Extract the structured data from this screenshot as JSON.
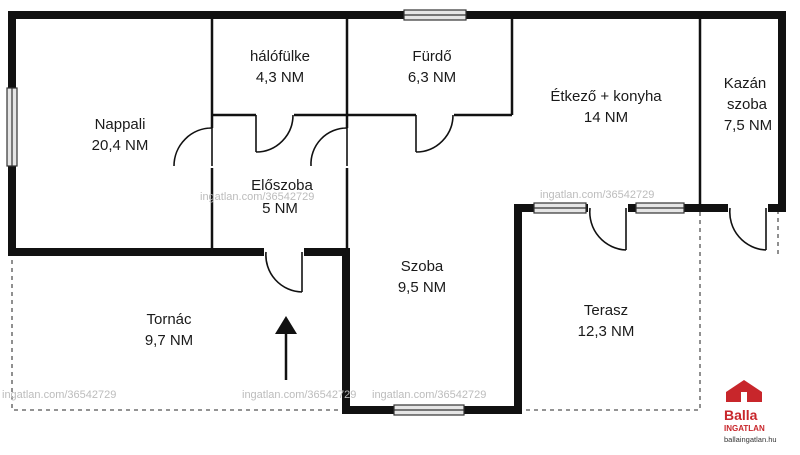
{
  "rooms": {
    "nappali": {
      "name": "Nappali",
      "area": "20,4 NM"
    },
    "halofulke": {
      "name": "hálófülke",
      "area": "4,3 NM"
    },
    "furdo": {
      "name": "Fürdő",
      "area": "6,3 NM"
    },
    "etkezo": {
      "name": "Étkező + konyha",
      "area": "14 NM"
    },
    "kazan": {
      "name1": "Kazán",
      "name2": "szoba",
      "area": "7,5 NM"
    },
    "eloszoba": {
      "name": "Előszoba",
      "area": "5 NM"
    },
    "szoba": {
      "name": "Szoba",
      "area": "9,5 NM"
    },
    "tornac": {
      "name": "Tornác",
      "area": "9,7 NM"
    },
    "terasz": {
      "name": "Terasz",
      "area": "12,3 NM"
    }
  },
  "watermarks": {
    "w1": "ingatlan.com/36542729",
    "w2": "ingatlan.com/36542729",
    "w3": "ingatlan.com/36542729",
    "w4": "ingatlan.com/36542729",
    "w5": "ingatlan.com/36542729"
  },
  "logo": {
    "name": "Balla",
    "sub": "INGATLAN",
    "url": "ballaingatlan.hu",
    "color": "#c8262b"
  },
  "colors": {
    "wall": "#111111",
    "window_fill": "#e6e6e6"
  }
}
